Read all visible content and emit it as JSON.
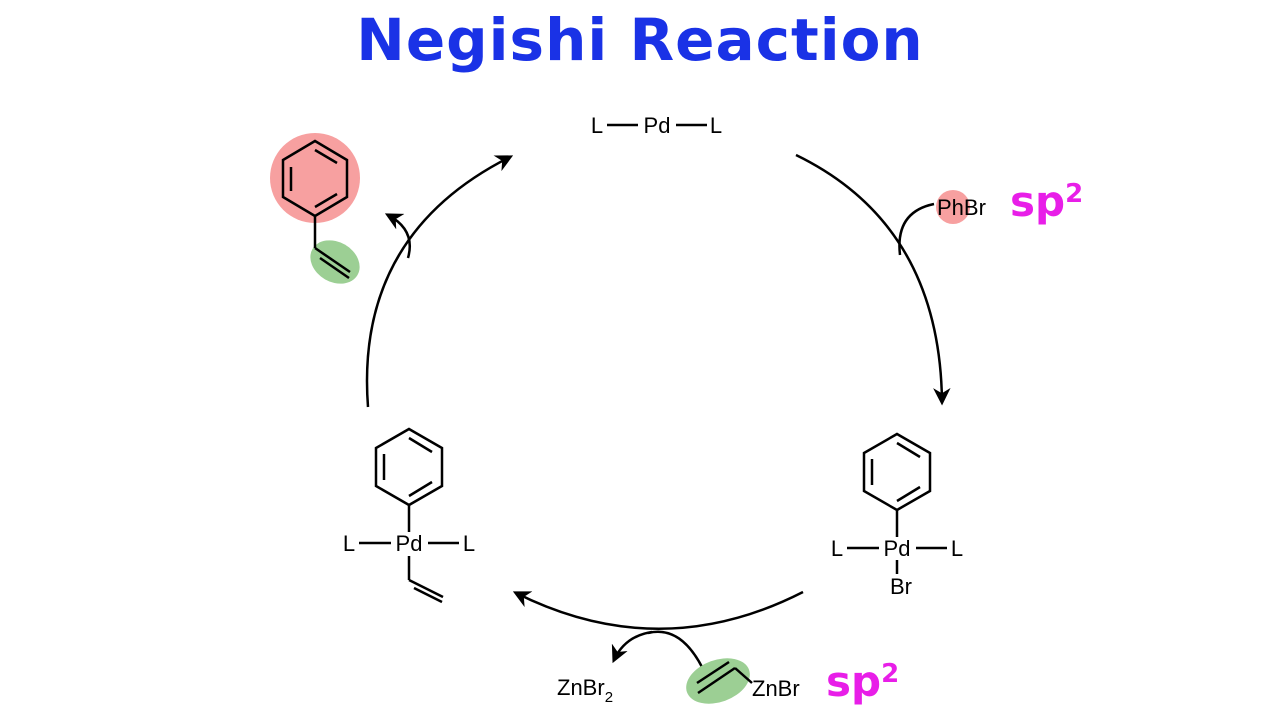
{
  "title": "Negishi Reaction",
  "colors": {
    "title": "#1a32e6",
    "hybridization": "#e81ee8",
    "phenyl_highlight": "#f7a0a0",
    "vinyl_highlight": "#9ccf94"
  },
  "catalyst": {
    "ligand_left": "L",
    "metal": "Pd",
    "ligand_right": "L"
  },
  "oxidative_addition": {
    "reagent": "PhBr",
    "hybridization": "sp",
    "hybridization_sup": "2"
  },
  "pd_bromide_complex": {
    "ligand_left": "L",
    "metal": "Pd",
    "ligand_right": "L",
    "halide": "Br"
  },
  "transmetalation": {
    "reagent_label": "ZnBr",
    "hybridization": "sp",
    "hybridization_sup": "2",
    "byproduct": "ZnBr",
    "byproduct_sub": "2"
  },
  "pd_vinyl_complex": {
    "ligand_left": "L",
    "metal": "Pd",
    "ligand_right": "L"
  }
}
